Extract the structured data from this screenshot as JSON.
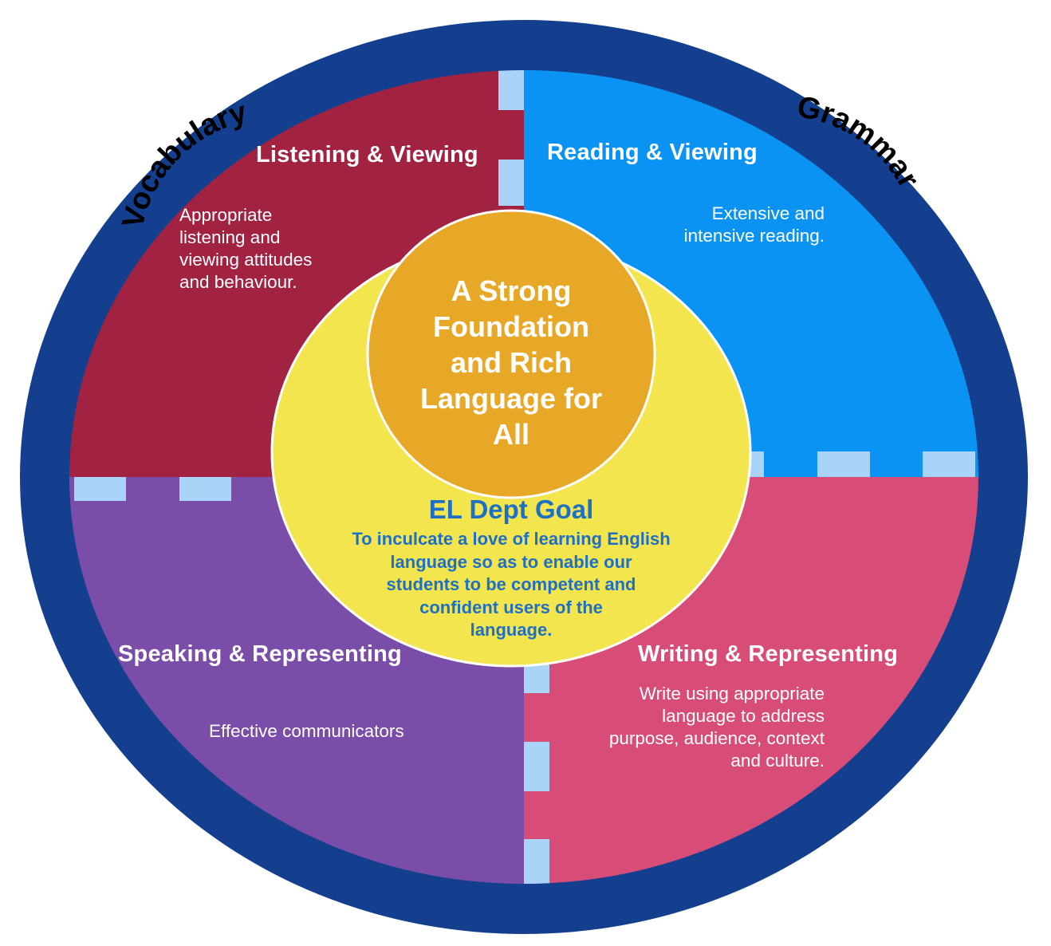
{
  "ring_labels": {
    "left": "Vocabulary",
    "right": "Grammar"
  },
  "quadrants": {
    "top_left": {
      "title": "Listening & Viewing",
      "body": "Appropriate\nlistening and\nviewing attitudes\nand behaviour."
    },
    "top_right": {
      "title": "Reading & Viewing",
      "body": "Extensive and\nintensive reading."
    },
    "bottom_left": {
      "title": "Speaking & Representing",
      "body": "Effective communicators"
    },
    "bottom_right": {
      "title": "Writing & Representing",
      "body": "Write using appropriate\nlanguage to address\npurpose, audience, context\nand culture."
    }
  },
  "center": {
    "title": "A Strong\nFoundation\nand Rich\nLanguage for\nAll"
  },
  "goal": {
    "title": "EL Dept Goal",
    "text": "To inculcate a love of learning English\nlanguage so as to enable our\nstudents to be competent and\nconfident users of the\nlanguage."
  },
  "colors": {
    "outer_ring": "#143f8f",
    "top_left": "#a22242",
    "top_right": "#0b93f4",
    "bottom_left": "#7a4ea8",
    "bottom_right": "#d84c78",
    "goal_circle": "#f2e54e",
    "center_circle": "#e8a827",
    "goal_text": "#1f6fc4",
    "dash": "#a9d4f7"
  }
}
